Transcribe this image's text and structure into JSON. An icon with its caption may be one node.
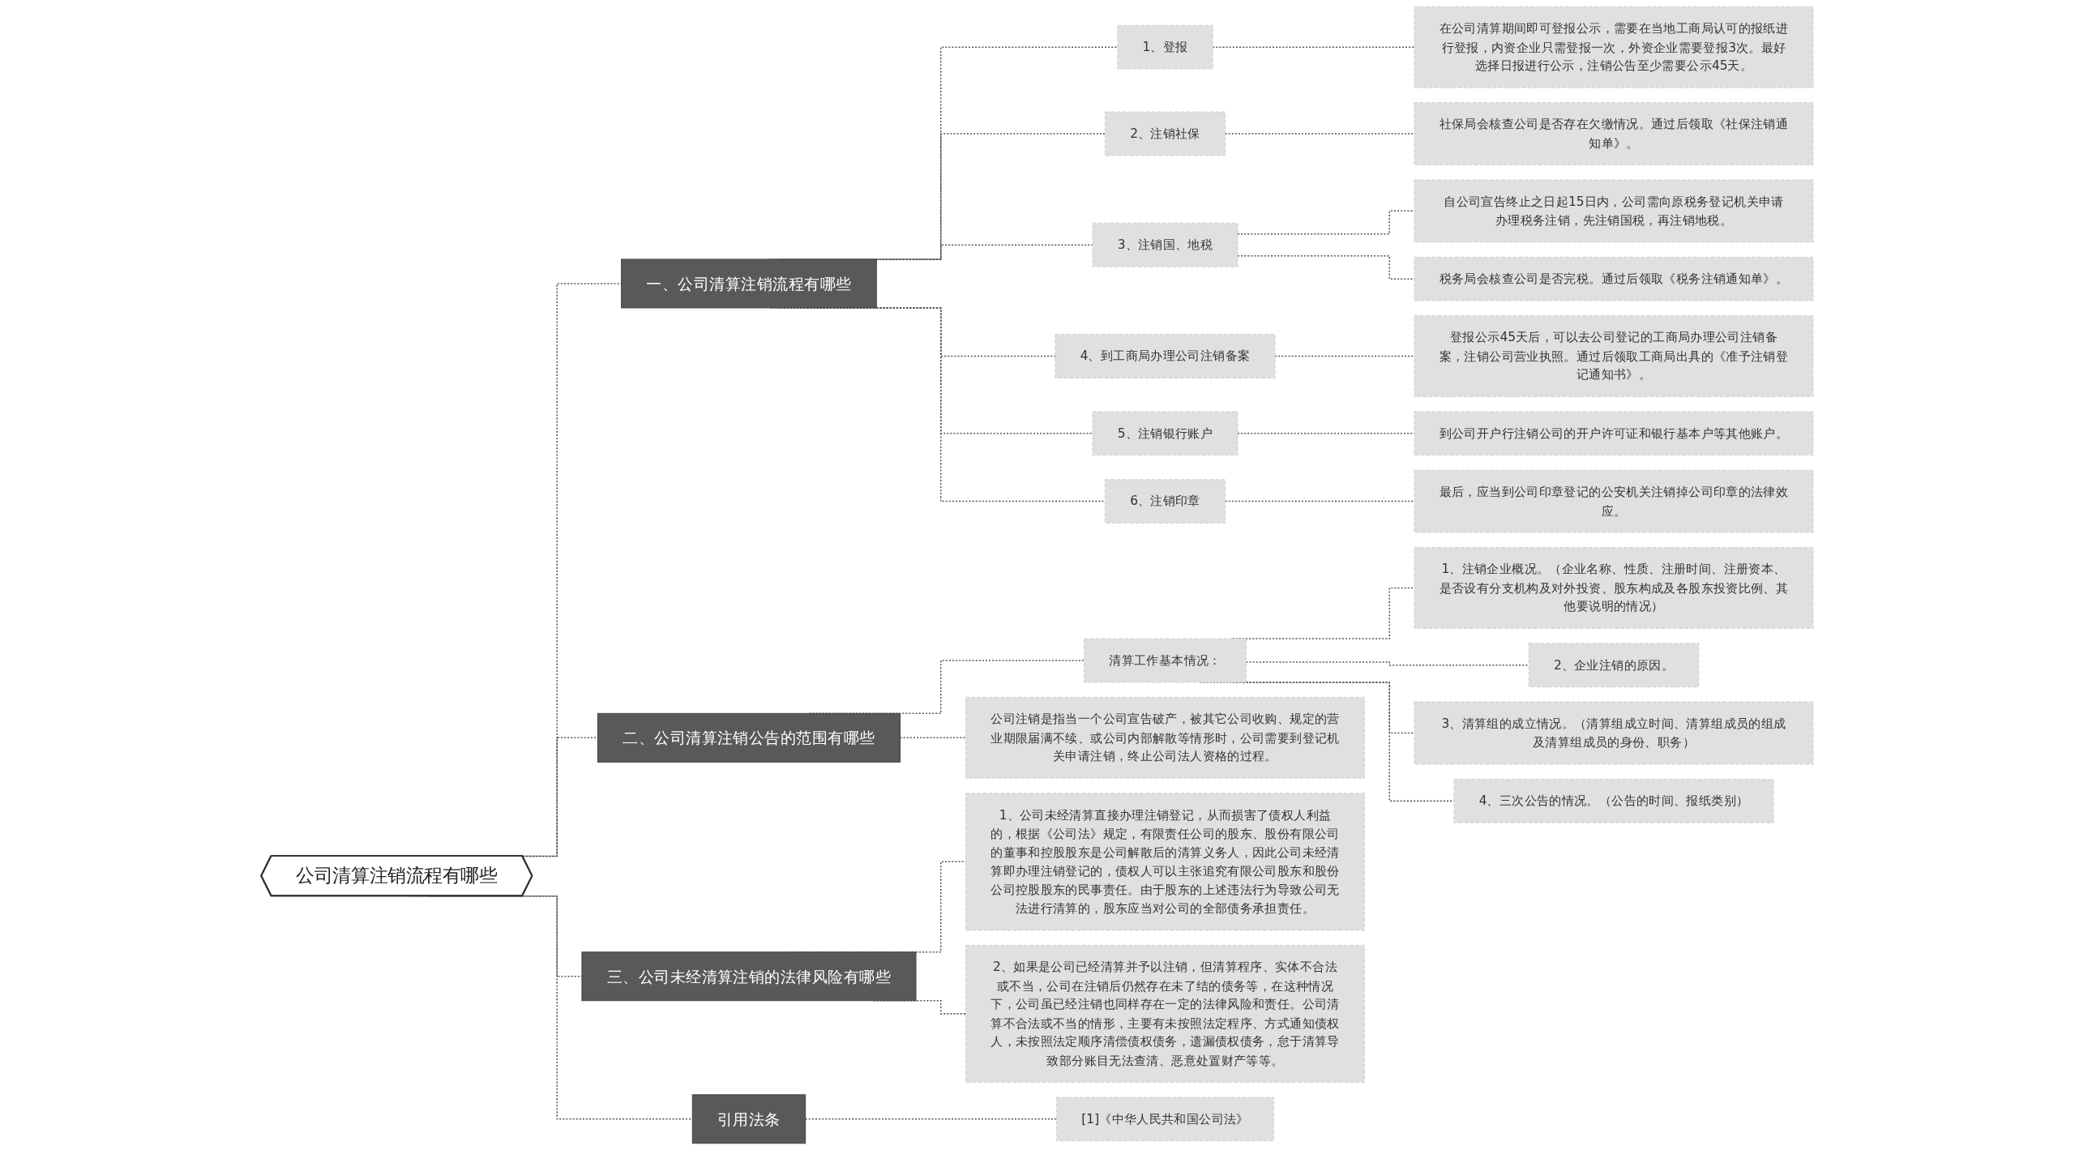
{
  "diagram": {
    "nodes": [
      {
        "text": [
          "公司清算注销流程有哪些"
        ]
      },
      {
        "text": [
          "一、公司清算注销流程有哪些"
        ]
      },
      {
        "text": [
          "1、登报"
        ]
      },
      {
        "text": [
          "在公司清算期间即可登报公示，需要在当地工商局认可的报纸进行登报，内资企业只需登报一次，外资企业需要登报3次。最好选择日报进行公示，注销公告至少需要公示45天。"
        ]
      },
      {
        "text": [
          "2、注销社保"
        ]
      },
      {
        "text": [
          "社保局会核查公司是否存在欠缴情况。通过后领取《社保注销通知单》。"
        ]
      },
      {
        "text": [
          "3、注销国、地税"
        ]
      },
      {
        "text": [
          "自公司宣告终止之日起15日内，公司需向原税务登记机关申请办理税务注销，先注销国税，再注销地税。"
        ]
      },
      {
        "text": [
          "税务局会核查公司是否完税。通过后领取《税务注销通知单》。"
        ]
      },
      {
        "text": [
          "4、到工商局办理公司注销备案"
        ]
      },
      {
        "text": [
          "登报公示45天后，可以去公司登记的工商局办理公司注销备案，注销公司营业执照。通过后领取工商局出具的《准予注销登记通知书》。"
        ]
      },
      {
        "text": [
          "5、注销银行账户"
        ]
      },
      {
        "text": [
          "到公司开户行注销公司的开户许可证和银行基本户等其他账户。"
        ]
      },
      {
        "text": [
          "6、注销印章"
        ]
      },
      {
        "text": [
          "最后，应当到公司印章登记的公安机关注销掉公司印章的法律效应。"
        ]
      },
      {
        "text": [
          "二、公司清算注销公告的范围有哪些"
        ]
      },
      {
        "text": [
          "清算工作基本情况："
        ]
      },
      {
        "text": [
          "1、注销企业概况。（企业名称、性质、注册时间、注册资本、是否设有分支机构及对外投资、股东构成及各股东投资比例、其他要说明的情况）"
        ]
      },
      {
        "text": [
          "2、企业注销的原因。"
        ]
      },
      {
        "text": [
          "3、清算组的成立情况。（清算组成立时间、清算组成员的组成及清算组成员的身份、职务）"
        ]
      },
      {
        "text": [
          "4、三次公告的情况。（公告的时间、报纸类别）"
        ]
      },
      {
        "text": [
          "公司注销是指当一个公司宣告破产，被其它公司收购、规定的营业期限届满不续、或公司内部解散等情形时，公司需要到登记机关申请注销，终止公司法人资格的过程。"
        ]
      },
      {
        "text": [
          "三、公司未经清算注销的法律风险有哪些"
        ]
      },
      {
        "text": [
          "1、公司未经清算直接办理注销登记，从而损害了债权人利益的，根据《公司法》规定，有限责任公司的股东、股份有限公司的董事和控股股东是公司解散后的清算义务人，因此公司未经清算即办理注销登记的，债权人可以主张追究有限公司股东和股份公司控股股东的民事责任。由于股东的上述违法行为导致公司无法进行清算的，股东应当对公司的全部债务承担责任。"
        ]
      },
      {
        "text": [
          "2、如果是公司已经清算并予以注销，但清算程序、实体不合法或不当，公司在注销后仍然存在未了结的债务等，在这种情况下，公司虽已经注销也同样存在一定的法律风险和责任。公司清算不合法或不当的情形，主要有未按照法定程序、方式通知债权人，未按照法定顺序清偿债权债务，遗漏债权债务，怠于清算导致部分账目无法查清、恶意处置财产等等。"
        ]
      },
      {
        "text": [
          "引用法条"
        ]
      },
      {
        "text": [
          "[1]《中华人民共和国公司法》"
        ]
      }
    ],
    "edges": [
      {
        "from": 0,
        "to": 1,
        "arrow": "none",
        "style": "dashed"
      },
      {
        "from": 1,
        "to": 2,
        "arrow": "none",
        "style": "dashed"
      },
      {
        "from": 2,
        "to": 3,
        "arrow": "none",
        "style": "dashed"
      },
      {
        "from": 1,
        "to": 4,
        "arrow": "none",
        "style": "dashed"
      },
      {
        "from": 4,
        "to": 5,
        "arrow": "none",
        "style": "dashed"
      },
      {
        "from": 1,
        "to": 6,
        "arrow": "none",
        "style": "dashed"
      },
      {
        "from": 6,
        "to": 7,
        "arrow": "none",
        "style": "dashed"
      },
      {
        "from": 6,
        "to": 8,
        "arrow": "none",
        "style": "dashed"
      },
      {
        "from": 1,
        "to": 9,
        "arrow": "none",
        "style": "dashed"
      },
      {
        "from": 9,
        "to": 10,
        "arrow": "none",
        "style": "dashed"
      },
      {
        "from": 1,
        "to": 11,
        "arrow": "none",
        "style": "dashed"
      },
      {
        "from": 11,
        "to": 12,
        "arrow": "none",
        "style": "dashed"
      },
      {
        "from": 1,
        "to": 13,
        "arrow": "none",
        "style": "dashed"
      },
      {
        "from": 13,
        "to": 14,
        "arrow": "none",
        "style": "dashed"
      },
      {
        "from": 0,
        "to": 15,
        "arrow": "none",
        "style": "dashed"
      },
      {
        "from": 15,
        "to": 16,
        "arrow": "none",
        "style": "dashed"
      },
      {
        "from": 16,
        "to": 17,
        "arrow": "none",
        "style": "dashed"
      },
      {
        "from": 16,
        "to": 18,
        "arrow": "none",
        "style": "dashed"
      },
      {
        "from": 16,
        "to": 19,
        "arrow": "none",
        "style": "dashed"
      },
      {
        "from": 16,
        "to": 20,
        "arrow": "none",
        "style": "dashed"
      },
      {
        "from": 15,
        "to": 21,
        "arrow": "none",
        "style": "dashed"
      },
      {
        "from": 0,
        "to": 22,
        "arrow": "none",
        "style": "dashed"
      },
      {
        "from": 22,
        "to": 23,
        "arrow": "none",
        "style": "dashed"
      },
      {
        "from": 22,
        "to": 24,
        "arrow": "none",
        "style": "dashed"
      },
      {
        "from": 0,
        "to": 25,
        "arrow": "none",
        "style": "dashed"
      },
      {
        "from": 25,
        "to": 26,
        "arrow": "none",
        "style": "dashed"
      }
    ]
  }
}
